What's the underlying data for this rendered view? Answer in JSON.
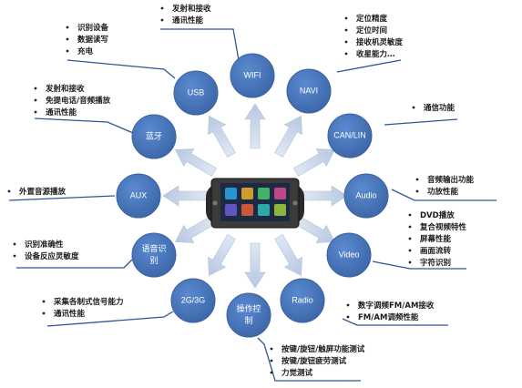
{
  "colors": {
    "node": "#4472B4",
    "node_edge": "#3a62a0",
    "arrow": "#c9d6ea",
    "connector": "#2f5597",
    "screen": "#1c2a44"
  },
  "center": {
    "name": "car-head-unit-image",
    "icon": "car-head-unit"
  },
  "nodes": [
    {
      "id": "wifi",
      "label": "WIFI"
    },
    {
      "id": "navi",
      "label": "NAVI"
    },
    {
      "id": "usb",
      "label": "USB"
    },
    {
      "id": "canlin",
      "label": "CAN/LIN"
    },
    {
      "id": "bluetooth",
      "label": "蓝牙"
    },
    {
      "id": "aux",
      "label": "AUX"
    },
    {
      "id": "audio",
      "label": "Audio"
    },
    {
      "id": "voice",
      "label": [
        "语音识",
        "别"
      ]
    },
    {
      "id": "video",
      "label": "Video"
    },
    {
      "id": "g23",
      "label": "2G/3G"
    },
    {
      "id": "radio",
      "label": "Radio"
    },
    {
      "id": "control",
      "label": [
        "操作控",
        "制"
      ]
    }
  ],
  "groups": [
    {
      "id": "wifi",
      "items": [
        "发射和接收",
        "通讯性能"
      ]
    },
    {
      "id": "navi",
      "items": [
        "定位精度",
        "定位时间",
        "接收机灵敏度",
        "收星能力…"
      ]
    },
    {
      "id": "usb",
      "items": [
        "识别设备",
        "数据读写",
        "充电"
      ]
    },
    {
      "id": "canlin",
      "items": [
        "通信功能"
      ]
    },
    {
      "id": "bluetooth",
      "items": [
        "发射和接收",
        "免提电话/音频播放",
        "通讯性能"
      ]
    },
    {
      "id": "aux",
      "items": [
        "外置音源播放"
      ]
    },
    {
      "id": "audio",
      "items": [
        "音频输出功能",
        "功放性能"
      ]
    },
    {
      "id": "voice",
      "items": [
        "识别准确性",
        "设备反应灵敏度"
      ]
    },
    {
      "id": "video",
      "items": [
        "DVD播放",
        "复合视频特性",
        "屏幕性能",
        "画面流转",
        "字符识别"
      ]
    },
    {
      "id": "g23",
      "items": [
        "采集各制式信号能力",
        "通讯性能"
      ]
    },
    {
      "id": "radio",
      "items": [
        "数字调频FM/AM接收",
        "FM/AM调频性能"
      ]
    },
    {
      "id": "control",
      "items": [
        "按键/旋钮/触屏功能测试",
        "按键/旋钮疲劳测试",
        "力觉测试"
      ]
    }
  ]
}
